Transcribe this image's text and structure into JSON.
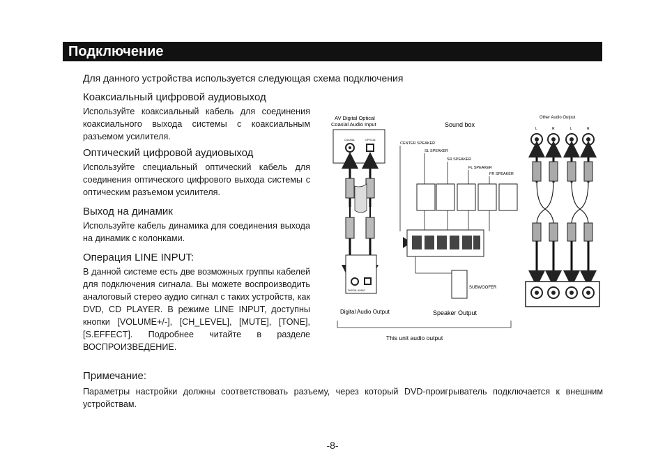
{
  "header": {
    "title": "Подключение"
  },
  "intro": "Для данного устройства используется следующая схема подключения",
  "sections": [
    {
      "heading": "Коаксиальный цифровой аудиовыход",
      "body": "Используйте коаксиальный кабель для соединения коаксиального выхода системы с коаксиальным разъемом усилителя."
    },
    {
      "heading": "Оптический цифровой аудиовыход",
      "body": "Используйте специальный оптический кабель для соединения оптического цифрового выхода системы с оптическим разъемом усилителя."
    },
    {
      "heading": "Выход на динамик",
      "body": "Используйте кабель динамика для соединения выхода на динамик с колонками."
    },
    {
      "heading": "Операция LINE INPUT:",
      "body": "В данной системе есть две возможных группы кабелей для подключения сигнала. Вы можете воспроизводить аналоговый стерео аудио сигнал с таких устройств, как DVD, CD PLAYER. В режиме LINE INPUT, доступны кнопки [VOLUME+/-], [CH_LEVEL], [MUTE], [TONE], [S.EFFECT]. Подробнее читайте в разделе ВОСПРОИЗВЕДЕНИЕ."
    }
  ],
  "note": {
    "heading": "Примечание:",
    "body": "Параметры настройки должны соответствовать разъему, через который DVD-проигрыватель подключается к внешним устройствам."
  },
  "page_number": "-8-",
  "diagram": {
    "av_input_label_1": "AV Digital Optical",
    "av_input_label_2": "Coaxial Audio Input",
    "coaxial_label": "COAXIAL",
    "optical_label": "OPTICAL",
    "sound_box": "Sound box",
    "other_audio": "Other Audio Output",
    "center_speaker": "CENTER SPEAKER",
    "sl_speaker": "SL SPEAKER",
    "sr_speaker": "SR SPEAKER",
    "fl_speaker": "FL SPEAKER",
    "fr_speaker": "FR SPEAKER",
    "subwoofer": "SUBWOOFER",
    "digital_audio_output": "Digital Audio Output",
    "speaker_output": "Speaker Output",
    "unit_audio_output": "This unit audio output",
    "digital_audio_tag": "DIGITAL AUDIO",
    "channel_l": "L",
    "channel_r": "R"
  }
}
